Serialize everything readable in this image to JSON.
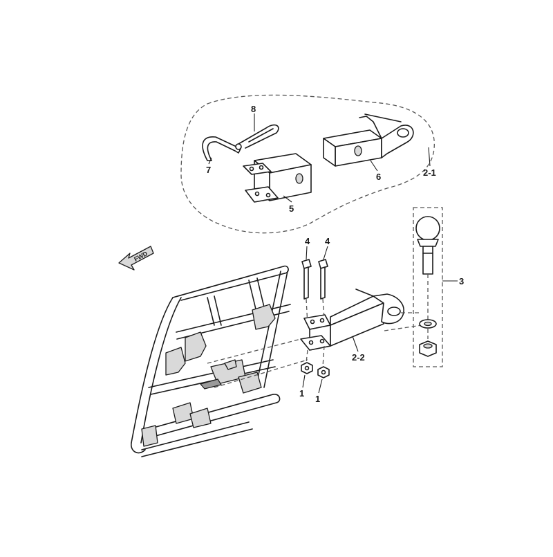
{
  "diagram": {
    "direction_arrow_label": "FWD",
    "callouts": [
      {
        "id": "8",
        "label": "8"
      },
      {
        "id": "7",
        "label": "7"
      },
      {
        "id": "6",
        "label": "6"
      },
      {
        "id": "5",
        "label": "5"
      },
      {
        "id": "2-1",
        "label": "2-1"
      },
      {
        "id": "4a",
        "label": "4"
      },
      {
        "id": "4b",
        "label": "4"
      },
      {
        "id": "3",
        "label": "3"
      },
      {
        "id": "2-2",
        "label": "2-2"
      },
      {
        "id": "1a",
        "label": "1"
      },
      {
        "id": "1b",
        "label": "1"
      }
    ]
  }
}
